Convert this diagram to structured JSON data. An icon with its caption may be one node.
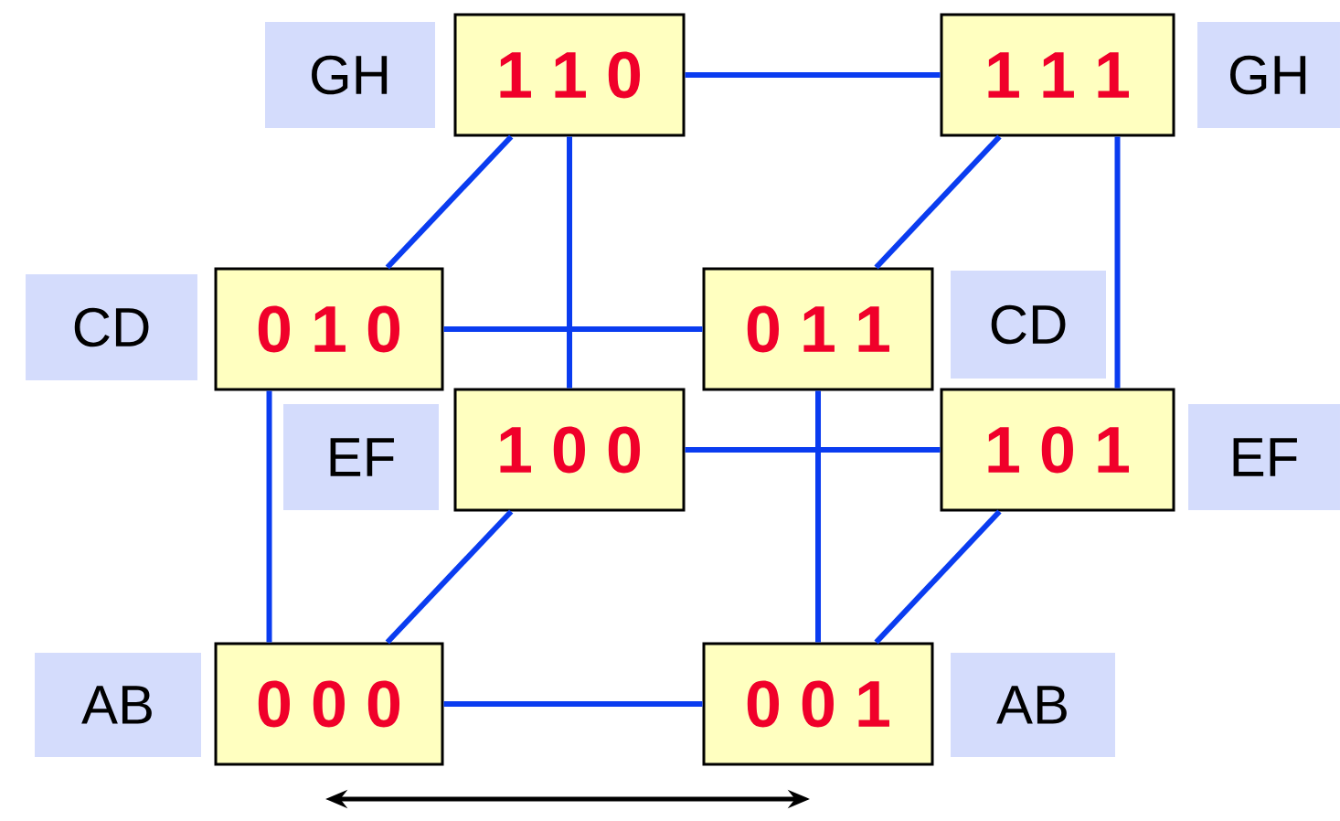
{
  "diagram": {
    "nodes": [
      {
        "text": [
          "GH"
        ]
      },
      {
        "text": [
          "1 1 0"
        ]
      },
      {
        "text": [
          "1 1 1"
        ]
      },
      {
        "text": [
          "GH"
        ]
      },
      {
        "text": [
          "CD"
        ]
      },
      {
        "text": [
          "0 1 0"
        ]
      },
      {
        "text": [
          "0 1 1"
        ]
      },
      {
        "text": [
          "CD"
        ]
      },
      {
        "text": [
          "EF"
        ]
      },
      {
        "text": [
          "1 0 0"
        ]
      },
      {
        "text": [
          "1 0 1"
        ]
      },
      {
        "text": [
          "EF"
        ]
      },
      {
        "text": [
          "AB"
        ]
      },
      {
        "text": [
          "0 0 0"
        ]
      },
      {
        "text": [
          "0 0 1"
        ]
      },
      {
        "text": [
          "AB"
        ]
      }
    ],
    "edges": [
      {
        "from": 1,
        "to": 2,
        "arrow": "none"
      },
      {
        "from": 1,
        "to": 5,
        "arrow": "none"
      },
      {
        "from": 1,
        "to": 9,
        "arrow": "none"
      },
      {
        "from": 2,
        "to": 6,
        "arrow": "none"
      },
      {
        "from": 2,
        "to": 10,
        "arrow": "none"
      },
      {
        "from": 5,
        "to": 6,
        "arrow": "none"
      },
      {
        "from": 5,
        "to": 13,
        "arrow": "none"
      },
      {
        "from": 6,
        "to": 14,
        "arrow": "none"
      },
      {
        "from": 9,
        "to": 10,
        "arrow": "none"
      },
      {
        "from": 9,
        "to": 13,
        "arrow": "none"
      },
      {
        "from": 10,
        "to": 14,
        "arrow": "none"
      },
      {
        "from": 13,
        "to": 14,
        "arrow": "none"
      }
    ]
  }
}
